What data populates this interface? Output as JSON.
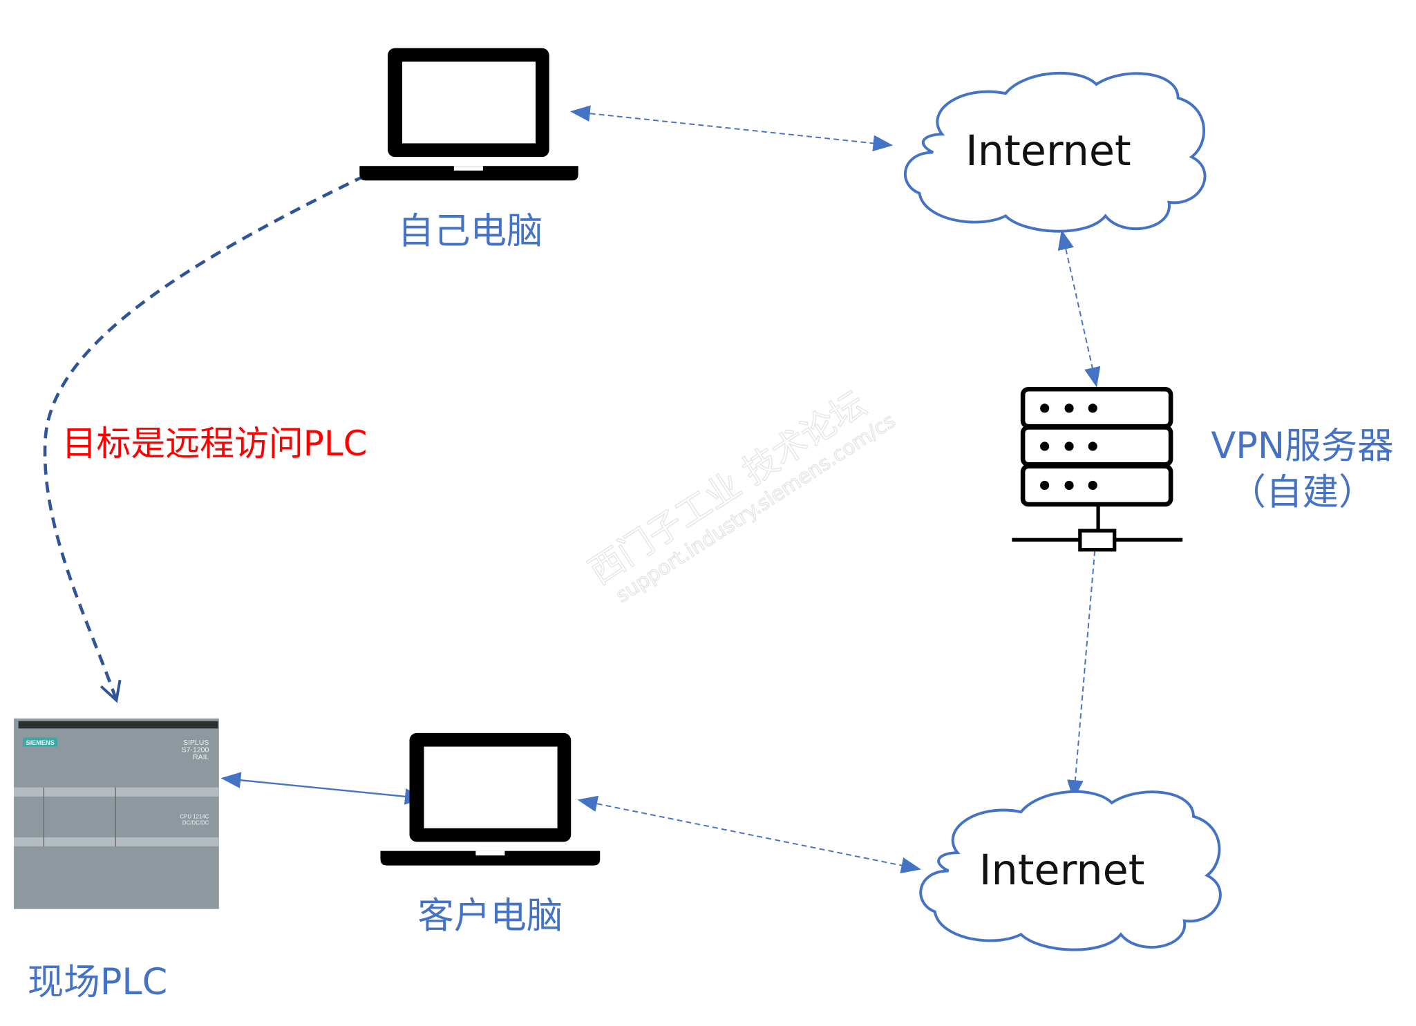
{
  "nodes": {
    "own_pc": {
      "label": "自己电脑",
      "icon": "laptop-icon"
    },
    "customer_pc": {
      "label": "客户电脑",
      "icon": "laptop-icon"
    },
    "internet_top": {
      "label": "Internet",
      "icon": "cloud-icon"
    },
    "internet_bottom": {
      "label": "Internet",
      "icon": "cloud-icon"
    },
    "vpn_server": {
      "label": "VPN服务器",
      "sublabel": "（自建）",
      "icon": "server-icon"
    },
    "plc": {
      "label": "现场PLC",
      "brand": "SIEMENS",
      "model_lines": [
        "SIPLUS",
        "S7-1200",
        "RAIL"
      ],
      "cpu_lines": [
        "CPU 1214C",
        "DC/DC/DC"
      ]
    }
  },
  "annotation": "目标是远程访问PLC",
  "watermark": {
    "line1": "西门子工业 技术论坛",
    "line2": "support.industry.siemens.com/cs"
  },
  "colors": {
    "accent": "#4472c4",
    "goal": "#ff0000",
    "curve": "#2f5597"
  }
}
